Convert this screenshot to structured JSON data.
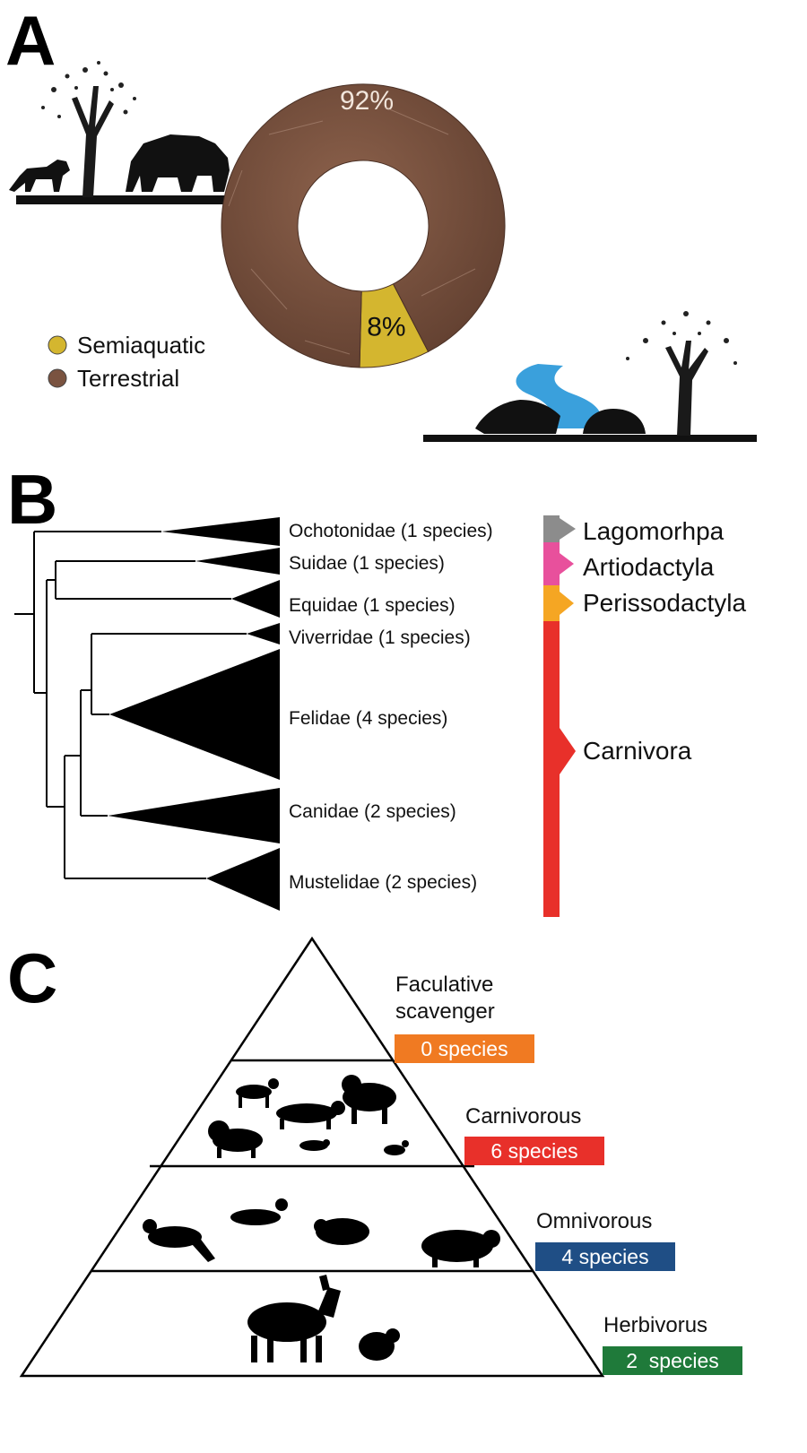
{
  "panels": {
    "a": {
      "letter": "A",
      "legend": [
        {
          "label": "Semiaquatic",
          "color": "#d4b62f"
        },
        {
          "label": "Terrestrial",
          "color": "#7a5340"
        }
      ],
      "chart_data": {
        "type": "pie",
        "categories": [
          "Semiaquatic",
          "Terrestrial"
        ],
        "values": [
          8,
          92
        ],
        "labels": [
          "8%",
          "92%"
        ],
        "colors": [
          "#d4b62f",
          "#7a5340"
        ],
        "title": "",
        "legend_position": "bottom-left"
      }
    },
    "b": {
      "letter": "B",
      "families": [
        "Ochotonidae (1 species)",
        "Suidae (1 species)",
        "Equidae (1 species)",
        "Viverridae (1 species)",
        "Felidae (4 species)",
        "Canidae (2 species)",
        "Mustelidae (2 species)"
      ],
      "orders": [
        {
          "label": "Lagomorhpa",
          "color": "#8c8c8c"
        },
        {
          "label": "Artiodactyla",
          "color": "#e8509c"
        },
        {
          "label": "Perissodactyla",
          "color": "#f5a623"
        },
        {
          "label": "Carnivora",
          "color": "#e8302a"
        }
      ]
    },
    "c": {
      "letter": "C",
      "levels": [
        {
          "label": "Faculative\nscavenger",
          "count": "0 species",
          "color": "#f07a22"
        },
        {
          "label": "Carnivorous",
          "count": "6 species",
          "color": "#e8302a"
        },
        {
          "label": "Omnivorous",
          "count": "4 species",
          "color": "#1f4e85"
        },
        {
          "label": "Herbivorus",
          "count": "2  species",
          "color": "#1f7a3a"
        }
      ]
    }
  }
}
